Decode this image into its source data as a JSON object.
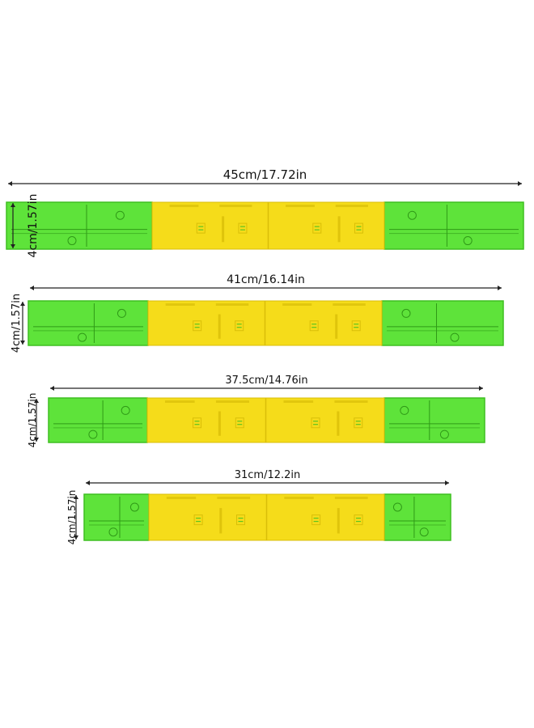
{
  "colors": {
    "green": "#5ee33a",
    "green_dark": "#3fbf21",
    "green_line": "#2f9a17",
    "yellow": "#f5dc1a",
    "yellow_dark": "#d9be08",
    "line": "#222222"
  },
  "rulers": [
    {
      "length_label": "45cm/17.72in",
      "height_label": "4cm/1.57in"
    },
    {
      "length_label": "41cm/16.14in",
      "height_label": "4cm/1.57in"
    },
    {
      "length_label": "37.5cm/14.76in",
      "height_label": "4cm/1.57in"
    },
    {
      "length_label": "31cm/12.2in",
      "height_label": "4cm/1.57in"
    }
  ]
}
